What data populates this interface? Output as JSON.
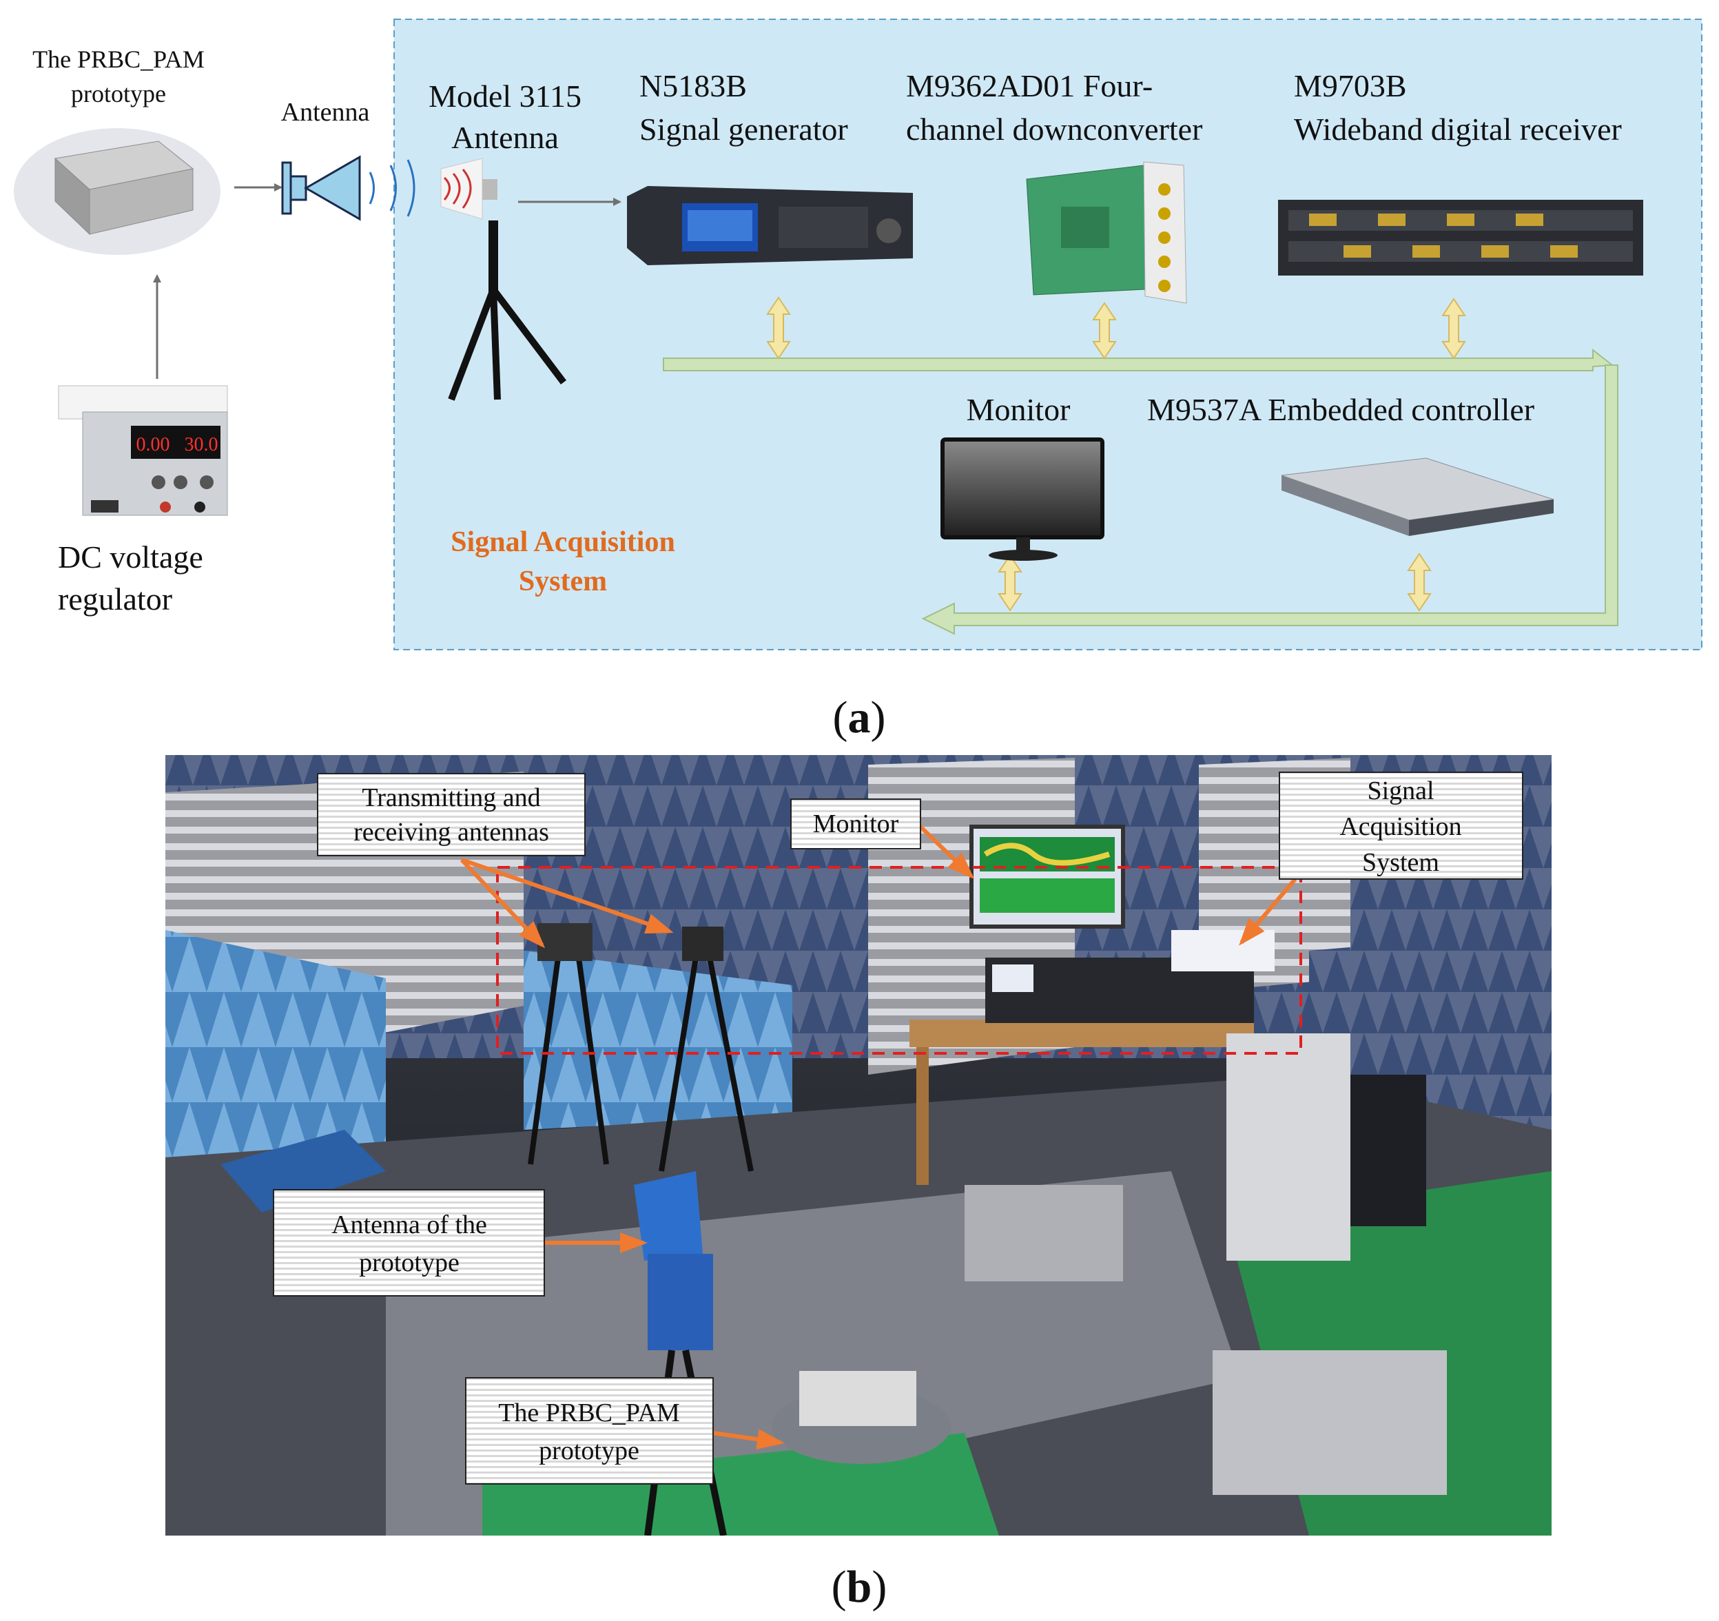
{
  "panel_a": {
    "prototype_label": [
      "The PRBC_PAM",
      "prototype"
    ],
    "antenna_label": "Antenna",
    "model_antenna_label": [
      "Model 3115",
      "Antenna"
    ],
    "signal_generator_label": [
      "N5183B",
      "Signal generator"
    ],
    "downconverter_label": [
      "M9362AD01 Four-",
      "channel downconverter"
    ],
    "receiver_label": [
      "M9703B",
      "Wideband digital receiver"
    ],
    "monitor_label": "Monitor",
    "controller_label": "M9537A Embedded controller",
    "system_label": [
      "Signal Acquisition",
      "System"
    ],
    "dc_label": [
      "DC voltage",
      "regulator"
    ],
    "psu_display": [
      "0.00",
      "30.0"
    ],
    "caption": [
      "(",
      "a",
      ")"
    ]
  },
  "panel_b": {
    "callouts": {
      "antennas": [
        "Transmitting and",
        "receiving antennas"
      ],
      "monitor": "Monitor",
      "acquisition": [
        "Signal",
        "Acquisition",
        "System"
      ],
      "antenna_proto": [
        "Antenna of the",
        "prototype"
      ],
      "prototype": [
        "The PRBC_PAM",
        "prototype"
      ]
    },
    "caption": [
      "(",
      "b",
      ")"
    ]
  },
  "colors": {
    "system_bg": "#cfe8f5",
    "system_border": "#5a9ec9",
    "bus": "#cfe3b8",
    "bus_stroke": "#9fbf86",
    "bidir_arrow": "#f5e7a6",
    "system_label": "#e06b1e",
    "callout_arrow": "#f07a30",
    "dashed_box": "#e02020"
  }
}
